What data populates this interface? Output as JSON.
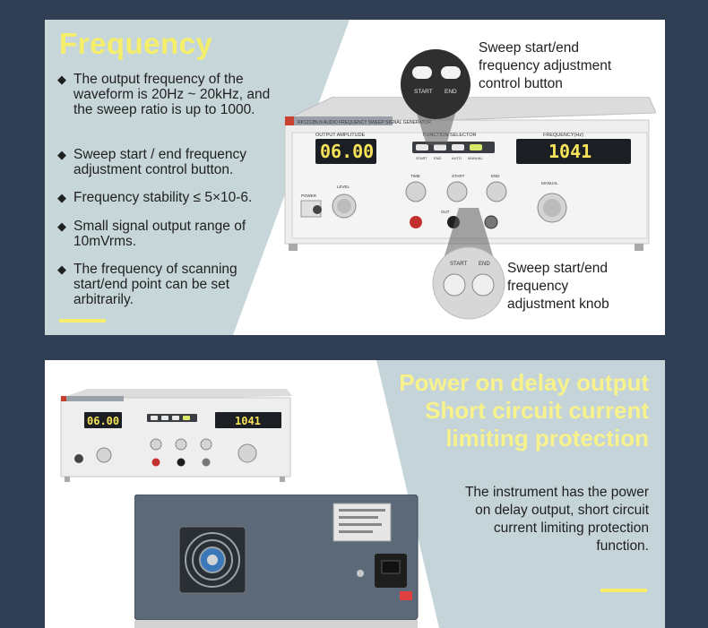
{
  "top_panel": {
    "title": "Frequency",
    "bullets": [
      "The output frequency of the waveform is 20Hz ~ 20kHz, and the sweep ratio is up to 1000.",
      "Sweep start / end frequency adjustment control button.",
      "Frequency stability ≤ 5×10-6.",
      "Small signal output range of 10mVrms.",
      "The frequency of scanning start/end point can be set arbitrarily."
    ],
    "bullet_glyph": "◆",
    "callout_button": "Sweep start/end\nfrequency adjustment\ncontrol button",
    "callout_knob": "Sweep start/end\nfrequency\nadjustment knob",
    "button_labels": {
      "start": "START",
      "end": "END"
    },
    "knob_labels": {
      "start": "START",
      "end": "END"
    }
  },
  "instrument": {
    "brand_strip": "RK1212BLN AUDIO FREQUENCY SWEEP SIGNAL GENERATOR",
    "output_amplitude_label": "OUTPUT  AMPLITUDE",
    "amplitude_display": "06.00",
    "function_selector_label": "FUNCTION  SELECTOR",
    "selector_buttons": [
      "START",
      "END",
      "AUTO",
      "MANUAL"
    ],
    "frequency_label": "FREQUENCY(Hz)",
    "frequency_display": "1041",
    "knob_labels": {
      "time": "TIME",
      "start": "START",
      "end": "END",
      "level": "LEVEL",
      "manual": "MANUAL"
    },
    "power_label": "POWER",
    "out_label": "OUT"
  },
  "bottom_panel": {
    "heading": "Power on delay output\nShort circuit current\nlimiting protection",
    "description": "The instrument has the power\non delay output, short circuit\ncurrent limiting protection\nfunction."
  },
  "colors": {
    "background": "#2f3e52",
    "accent_yellow": "#f5ee6b",
    "left_panel_tint": "#c7d6d9",
    "display_digits": "#f6e35a",
    "display_bg": "#1b1e22"
  }
}
